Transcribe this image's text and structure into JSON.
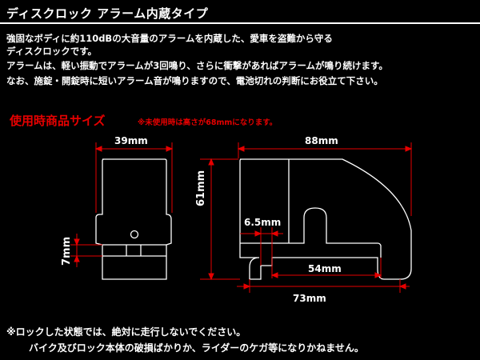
{
  "header": {
    "title": "ディスクロック アラーム内蔵タイプ"
  },
  "description": [
    "強固なボディに約110dBの大音量のアラームを内蔵した、愛車を盗難から守る",
    "ディスクロックです。",
    "アラームは、軽い振動でアラームが3回鳴り、さらに衝撃があればアラームが鳴り続けます。",
    "なお、施錠・開錠時に短いアラーム音が鳴りますので、電池切れの判断にお役立て下さい。"
  ],
  "size_section": {
    "heading": "使用時商品サイズ",
    "note": "※未使用時は高さが68mmになります。"
  },
  "dimensions": {
    "side_width": "39mm",
    "front_width": "88mm",
    "height": "61mm",
    "side_step": "7mm",
    "pin_diameter": "6.5mm",
    "inner_length": "54mm",
    "bottom_length": "73mm"
  },
  "warnings": [
    "※ロックした状態では、絶対に走行しないでください。",
    "バイク及びロック本体の破損ばかりか、ライダーのケガ等になりかねません。"
  ],
  "colors": {
    "accent": "#e60000",
    "background": "#000000",
    "text": "#ffffff"
  }
}
